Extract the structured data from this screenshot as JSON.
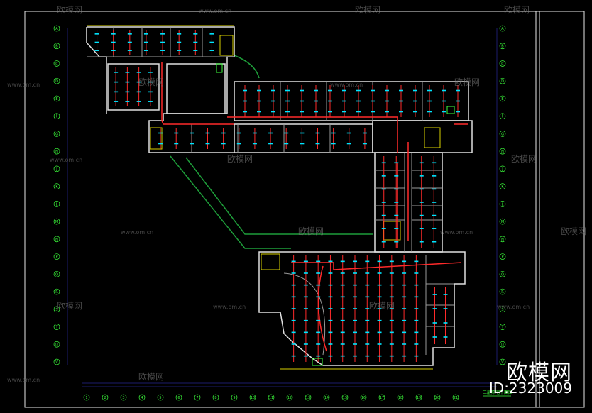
{
  "watermark": {
    "brand": "欧模网",
    "url": "www.om.cn",
    "id_label": "ID:2323009"
  },
  "colors": {
    "background": "#000000",
    "border": "#e6e6e6",
    "grid": "#3b3bd6",
    "wall": "#e0e0e0",
    "circuit_red": "#ff2a2a",
    "fixture_cyan": "#00e5ff",
    "site_green": "#1e9e3a",
    "dim_yellow": "#d8d100",
    "accent_green": "#3cff3c",
    "annotation": "#ffffff"
  },
  "axis_labels": {
    "left": [
      "A",
      "B",
      "C",
      "D",
      "E",
      "F",
      "G",
      "H",
      "J",
      "K",
      "L",
      "M",
      "N",
      "P",
      "Q",
      "R",
      "S",
      "T",
      "U",
      "V"
    ],
    "bottom": [
      "1",
      "2",
      "3",
      "4",
      "5",
      "6",
      "7",
      "8",
      "9",
      "10",
      "11",
      "12",
      "13",
      "14",
      "15",
      "16",
      "17",
      "18",
      "19",
      "20",
      "21"
    ]
  },
  "drawing_title": "二层照明平面图"
}
